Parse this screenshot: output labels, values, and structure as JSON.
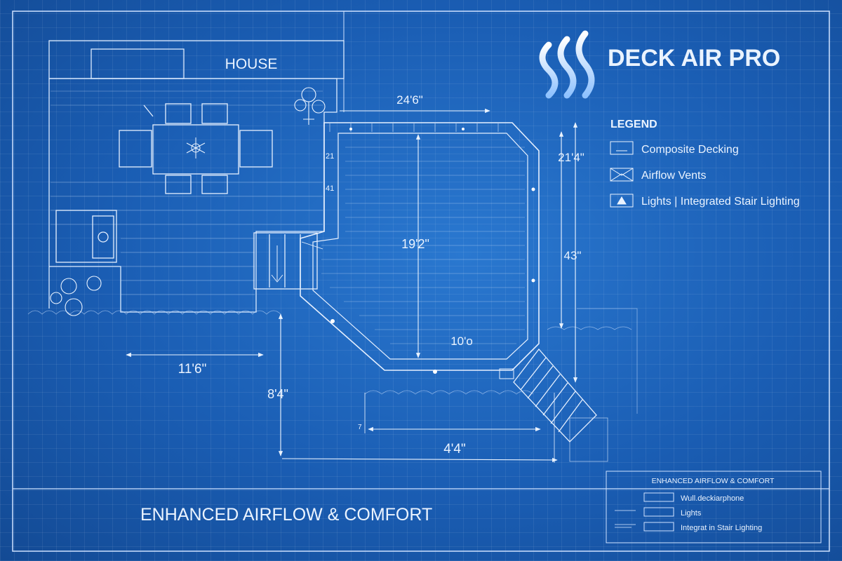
{
  "brand": {
    "name": "DECK AIR PRO",
    "logo_icon": "airflow-waves-icon"
  },
  "house_label": "HOUSE",
  "legend": {
    "title": "LEGEND",
    "items": [
      {
        "icon": "composite-decking-icon",
        "label": "Composite Decking"
      },
      {
        "icon": "airflow-vents-icon",
        "label": "Airflow Vents"
      },
      {
        "icon": "lights-icon",
        "label": "Lights  |  Integrated Stair Lighting"
      }
    ]
  },
  "dimensions": {
    "top_width": "24'6\"",
    "right_upper": "21'4\"",
    "right_full": "43\"",
    "center_vertical": "19'2\"",
    "center_bottom": "10'o",
    "left_bottom": "11'6\"",
    "lower_vertical": "8'4\"",
    "bottom_width": "4'4\"",
    "small_a": "21",
    "small_b": "41",
    "small_c": "7"
  },
  "footer_title": "ENHANCED AIRFLOW & COMFORT",
  "title_block": {
    "heading": "ENHANCED AIRFLOW & COMFORT",
    "rows": [
      {
        "label": "Wull.deckiarphone"
      },
      {
        "label": "Lights"
      },
      {
        "label": "Integrat in Stair Lighting"
      }
    ]
  },
  "colors": {
    "background": "#1a5db3",
    "line": "#dcebff",
    "accent": "#8fc2ff"
  }
}
